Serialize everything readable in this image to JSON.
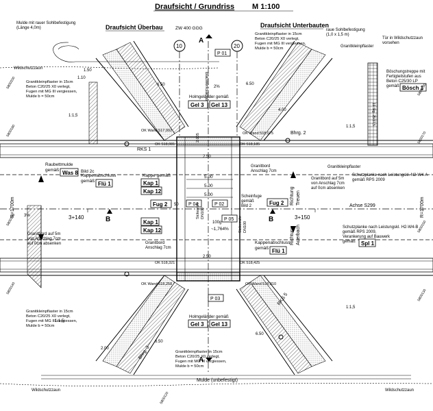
{
  "title": "Draufsicht / Grundriss",
  "scale": "M 1:100",
  "subtitle_left": "Draufsicht Überbau",
  "subtitle_right": "Draufsicht Unterbauten",
  "code_zw": "ZW 400 GGG",
  "axis_10": "10",
  "axis_20": "20",
  "section_a": "A",
  "section_b": "B",
  "bauwerksachse": "Bauwerksachse",
  "achse_s299": "Achse S299",
  "station_left": "3+140",
  "station_right": "3+150",
  "radius": "R=1700m",
  "richtung_treuen": "Richtung\nTreuen",
  "richtung_auerbach": "Richtung\nAuerbach",
  "mulde_unbefestigt": "Mulde (unbefestigt)",
  "wildschutzzaun": "Wildschutzzaun",
  "notes": {
    "mulde_top": "Mulde mit rauer Sohlbefestigung\n(Länge 4,0m)",
    "raue_sohl": "raue Sohlbefestigung\n(1,0 x 1,5 m)",
    "tuer": "Tür in Wildschutzzaun\nvorsehen",
    "granitkleinpflaster_label": "Granitkleinpflaster",
    "granit_block": "Granitkleinpflaster in 15cm\nBeton C20/25  X0 verlegt,\nFugen mit MG III vergiessen,\nMulde b = 50cm",
    "boeschung": "Böschungstreppe mit\nFertigteilstufen aus\nBeton C25/30 LP\ngemäß",
    "schutzplanke_a": "Schutzplanke nach Leistungskl. N2-W4-A\ngemäß RPS 2009",
    "schutzplanke_b": "Schutzplanke nach Leistungskl. H2-W4-B\ngemäß RPS 2009,\nVerankerung auf Bauwerk\ngemäß",
    "raubettmulde": "Raubettmulde\ngemäß",
    "bild_2c": "Bild 2c",
    "kappenabschluss": "Kappenabschluss\ngemäß",
    "kappe": "Kappe gemäß",
    "holmgelaender": "Holmgeländer gemäß",
    "granitbord_5m_left": "Granitbord auf 5m\nvon Anschlag 7cm\nauf 0cm absenken",
    "granitbord_5m_right": "Granitbord auf 5m\nvon Anschlag 7cm\nauf 0cm absenken",
    "granitbord_anschlag": "Granitbord\nAnschlag 7cm",
    "scheinfuge": "Scheinfuge\ngemäß\nBild 2",
    "sickerrohr": "Sickerrohr\nDN100",
    "grade_100": "100g",
    "slope": "~1,764%",
    "ok_wand_1": "OK Wand 517,992",
    "ok_wand_2": "OK Wand 518,075",
    "ok_wand_3": "OK Wand 518,258",
    "ok_wand_4": "OK Wand 518,310",
    "ok_1": "OK 518,081",
    "ok_2": "OK 518,185",
    "ok_3": "OK 518,321",
    "ok_4": "OK 518,425",
    "rks1": "RKS 1",
    "rks5": "RKS 5",
    "bhrg2": "Bhrg. 2",
    "bhrg3": "Bhrg. 3",
    "one_to_one_five": "1:1,5",
    "three_pct": "3%",
    "two_pct": "2%"
  },
  "tags": {
    "p01": "P 01",
    "p02": "P 02",
    "p03": "P 03",
    "p04": "P 04",
    "p05": "P 05",
    "gel3": "Gel 3",
    "gel13": "Gel 13",
    "kap1": "Kap 1",
    "kap12": "Kap 12",
    "flue1": "Flü 1",
    "fug2": "Fug 2",
    "was8": "Was 8",
    "boesch1": "Bösch 1",
    "spl1": "Spl 1"
  },
  "dims": {
    "d500": "5.00",
    "d500b": "5.00",
    "d500c": "5.00",
    "d400": "4.00",
    "d650": "6.50",
    "d250": "2.50",
    "d200": "2.00",
    "d150": "1.50",
    "d110": "1.10",
    "d050": "50",
    "d250b": "2.50",
    "d2005": "2.005"
  },
  "survey_marks": [
    "5800200",
    "5800190",
    "5800180",
    "5800170",
    "5800160",
    "5800150",
    "5800140",
    "5800130",
    "5800120"
  ]
}
